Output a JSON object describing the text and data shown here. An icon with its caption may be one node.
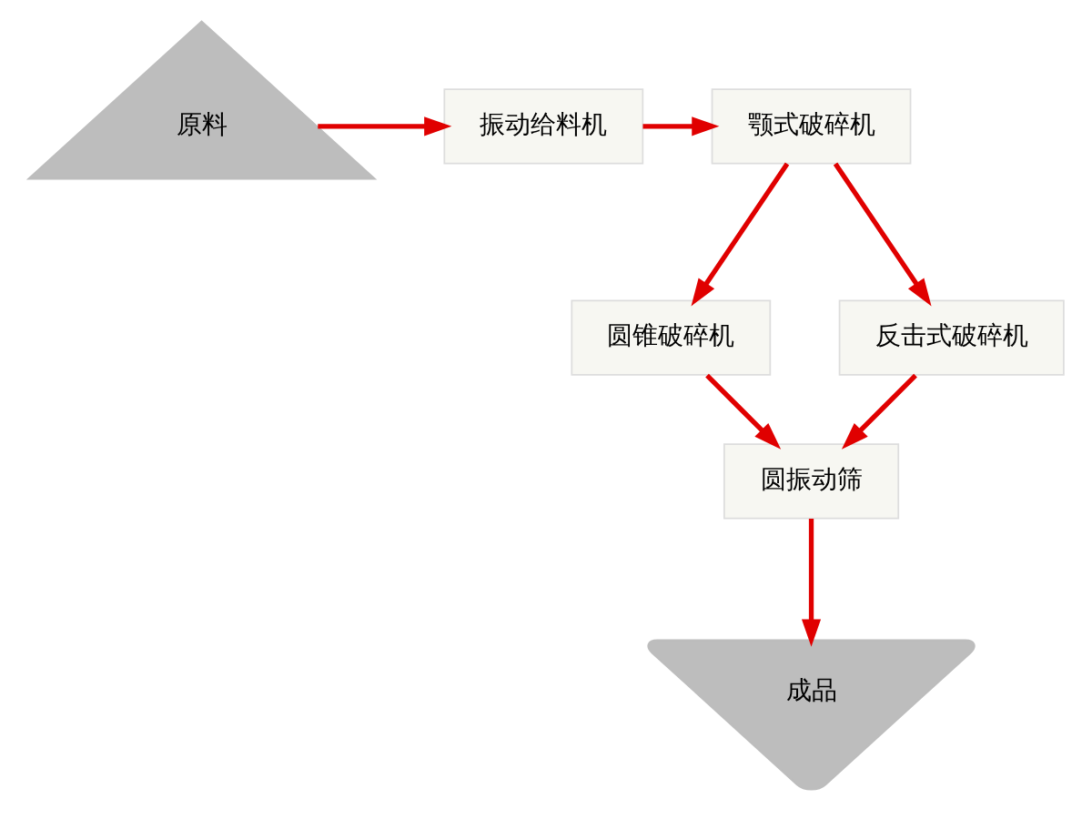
{
  "diagram": {
    "nodes": [
      {
        "text": [
          "原料"
        ]
      },
      {
        "text": [
          "振动给料机"
        ]
      },
      {
        "text": [
          "颚式破碎机"
        ]
      },
      {
        "text": [
          "圆锥破碎机"
        ]
      },
      {
        "text": [
          "反击式破碎机"
        ]
      },
      {
        "text": [
          "圆振动筛"
        ]
      },
      {
        "text": [
          "成品"
        ]
      }
    ],
    "edges": [
      {
        "from": 0,
        "to": 1,
        "arrow": "to"
      },
      {
        "from": 1,
        "to": 2,
        "arrow": "to"
      },
      {
        "from": 2,
        "to": 3,
        "arrow": "to"
      },
      {
        "from": 2,
        "to": 4,
        "arrow": "to"
      },
      {
        "from": 3,
        "to": 5,
        "arrow": "to"
      },
      {
        "from": 4,
        "to": 5,
        "arrow": "to"
      },
      {
        "from": 5,
        "to": 6,
        "arrow": "to"
      }
    ]
  }
}
